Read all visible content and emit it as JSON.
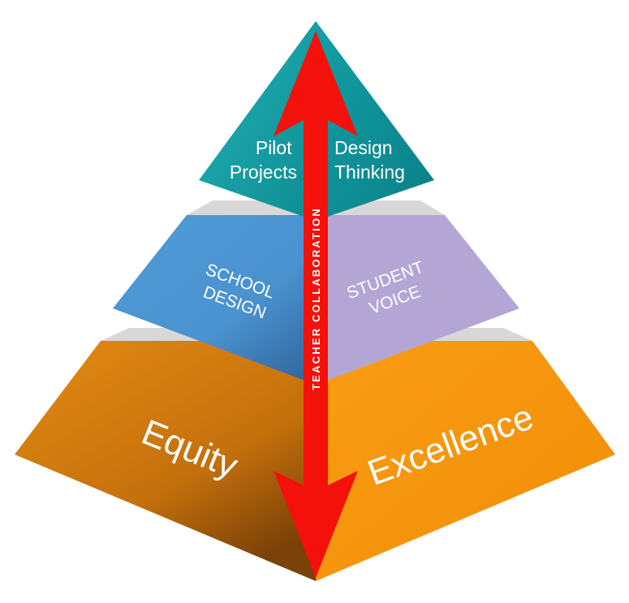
{
  "diagram": {
    "top_tier": {
      "left_face": [
        "Pilot",
        "Projects"
      ],
      "right_face": [
        "Design",
        "Thinking"
      ]
    },
    "middle_tier": {
      "left_face": [
        "SCHOOL",
        "DESIGN"
      ],
      "right_face": [
        "STUDENT",
        "VOICE"
      ]
    },
    "base_tier": {
      "left_face": "Equity",
      "right_face": "Excellence"
    },
    "arrow": {
      "label": "TEACHER COLLABORATION"
    }
  },
  "colors": {
    "top_left": "#149aa0",
    "top_right": "#0e8f96",
    "middle_left": "#4d96d3",
    "middle_right": "#b3a6d5",
    "base_left": "#d67d0e",
    "base_right": "#f7960b",
    "step": "#d7d7d7",
    "arrow": "#f5110b"
  }
}
